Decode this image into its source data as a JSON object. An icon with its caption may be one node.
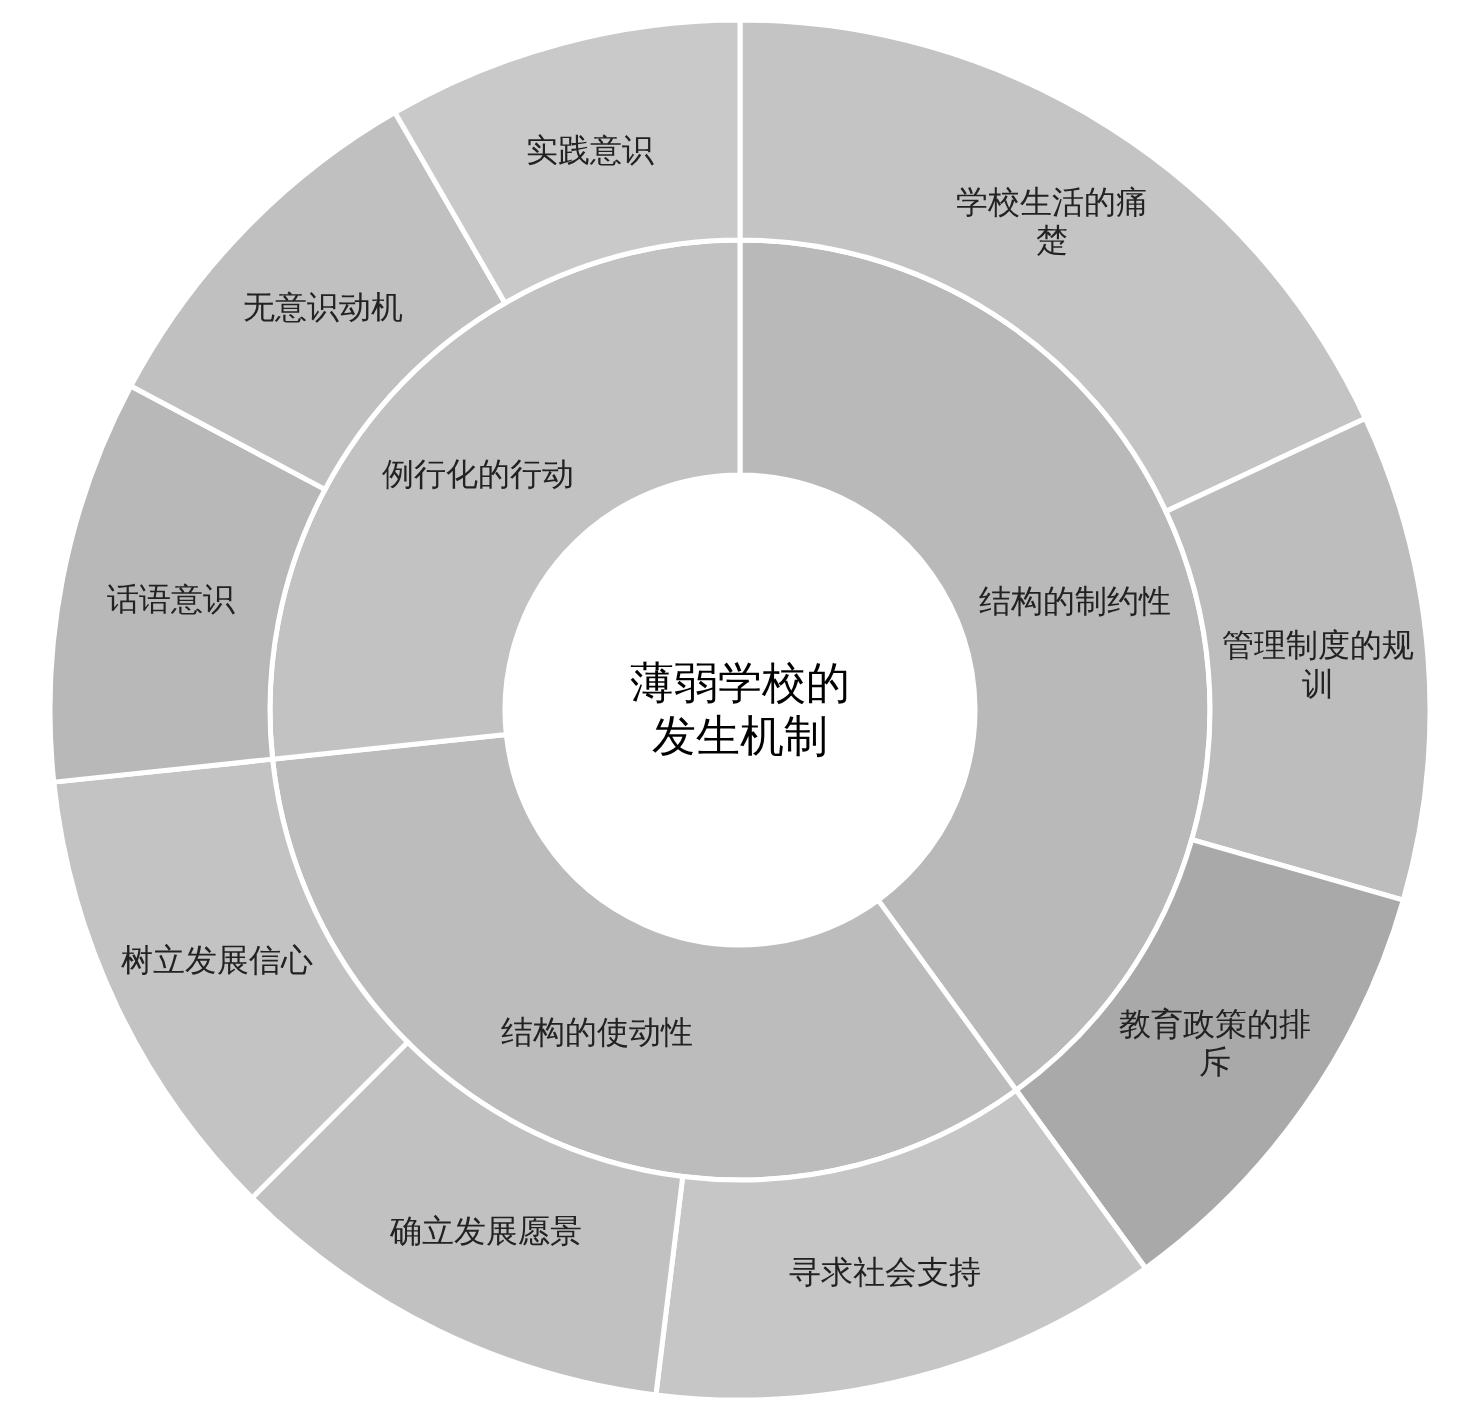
{
  "diagram": {
    "nodes": [
      {
        "text": [
          "薄弱学校的发生机制"
        ]
      },
      {
        "text": [
          "结构的制约性"
        ]
      },
      {
        "text": [
          "结构的使动性"
        ]
      },
      {
        "text": [
          "例行化的行动"
        ]
      },
      {
        "text": [
          "学校生活的痛楚"
        ]
      },
      {
        "text": [
          "管理制度的规训"
        ]
      },
      {
        "text": [
          "教育政策的排斥"
        ]
      },
      {
        "text": [
          "寻求社会支持"
        ]
      },
      {
        "text": [
          "确立发展愿景"
        ]
      },
      {
        "text": [
          "树立发展信心"
        ]
      },
      {
        "text": [
          "话语意识"
        ]
      },
      {
        "text": [
          "无意识动机"
        ]
      },
      {
        "text": [
          "实践意识"
        ]
      }
    ]
  }
}
